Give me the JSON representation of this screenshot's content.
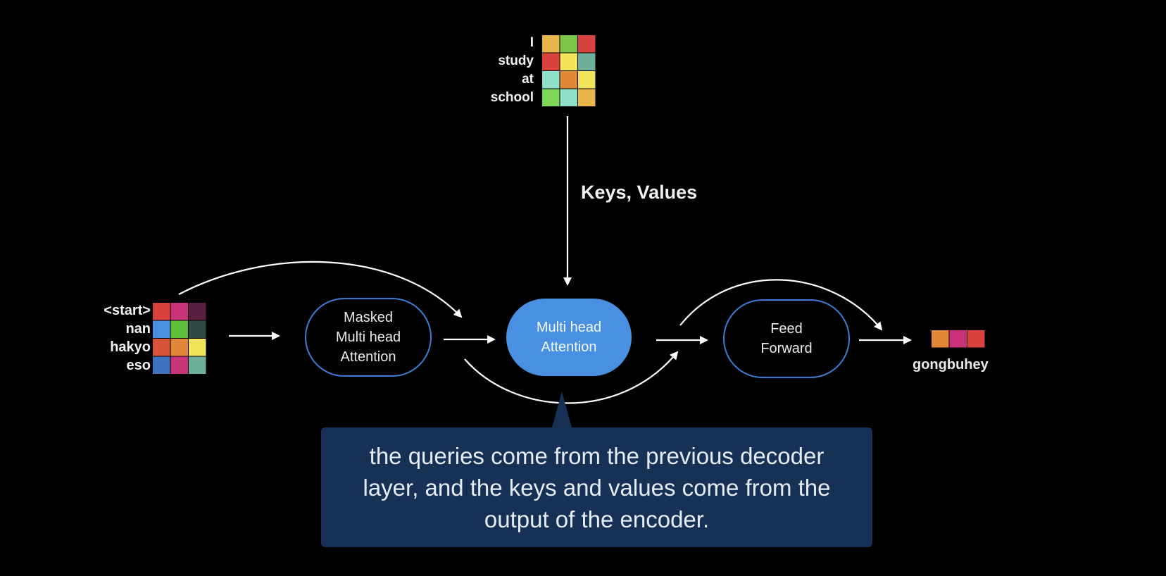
{
  "encoder_output": {
    "words": [
      "I",
      "study",
      "at",
      "school"
    ],
    "grid_colors": [
      [
        "#e8b64a",
        "#7fc44a",
        "#d9433e"
      ],
      [
        "#d9433e",
        "#f2e45a",
        "#6fae9a"
      ],
      [
        "#8fe0c8",
        "#e0873a",
        "#f2e45a"
      ],
      [
        "#7fd85a",
        "#8fe0c8",
        "#e8b64a"
      ]
    ]
  },
  "decoder_input": {
    "words": [
      "<start>",
      "nan",
      "hakyo",
      "eso"
    ],
    "grid_colors": [
      [
        "#d9433e",
        "#c8337a",
        "#5a1f3e"
      ],
      [
        "#4a90e2",
        "#5fbd3a",
        "#2f4a46"
      ],
      [
        "#d9533a",
        "#e0873a",
        "#f2e45a"
      ],
      [
        "#3f73c0",
        "#c8337a",
        "#6fae9a"
      ]
    ]
  },
  "kv_label": "Keys, Values",
  "nodes": {
    "masked_attention": "Masked\nMulti head\nAttention",
    "multi_head_attention": "Multi head\nAttention",
    "feed_forward": "Feed\nForward"
  },
  "output": {
    "word": "gongbuhey",
    "colors": [
      "#e0873a",
      "#c8337a",
      "#d9433e"
    ]
  },
  "callout": {
    "text": "the queries come from the previous decoder layer, and the keys and values come from the output of the encoder.",
    "background": "#173055"
  },
  "colors": {
    "background": "#000000",
    "node_outline": "#3f7bd0",
    "node_fill": "#4a90e2",
    "arrow": "#ffffff"
  }
}
